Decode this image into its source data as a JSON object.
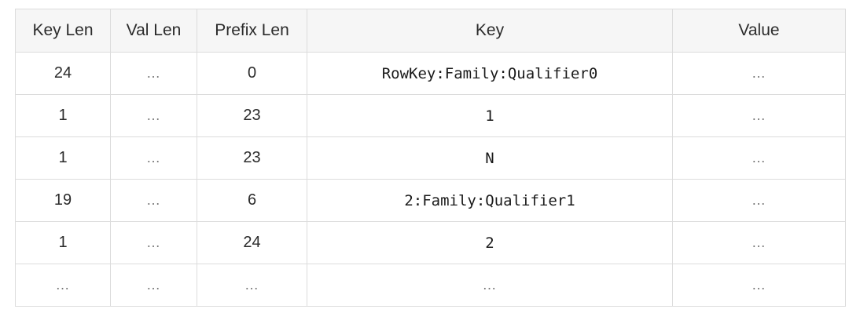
{
  "table": {
    "headers": [
      "Key Len",
      "Val Len",
      "Prefix Len",
      "Key",
      "Value"
    ],
    "rows": [
      [
        "24",
        "…",
        "0",
        "RowKey:Family:Qualifier0",
        "…"
      ],
      [
        "1",
        "…",
        "23",
        "1",
        "…"
      ],
      [
        "1",
        "…",
        "23",
        "N",
        "…"
      ],
      [
        "19",
        "…",
        "6",
        "2:Family:Qualifier1",
        "…"
      ],
      [
        "1",
        "…",
        "24",
        "2",
        "…"
      ],
      [
        "…",
        "…",
        "…",
        "…",
        "…"
      ]
    ]
  }
}
